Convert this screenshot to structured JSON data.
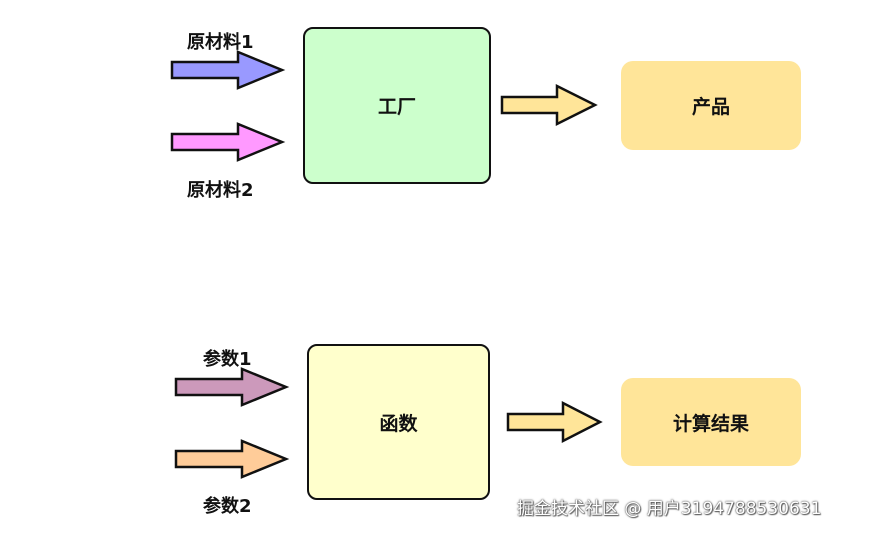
{
  "top": {
    "input1_label": "原材料1",
    "input2_label": "原材料2",
    "process_label": "工厂",
    "output_label": "产品",
    "colors": {
      "input1_arrow": "#9999ff",
      "input2_arrow": "#ff99ff",
      "output_arrow": "#ffe599",
      "process_fill": "#ccffcc",
      "output_fill": "#ffe599"
    }
  },
  "bottom": {
    "input1_label": "参数1",
    "input2_label": "参数2",
    "process_label": "函数",
    "output_label": "计算结果",
    "colors": {
      "input1_arrow": "#cc99bb",
      "input2_arrow": "#ffcc99",
      "output_arrow": "#ffe599",
      "process_fill": "#ffffcc",
      "output_fill": "#ffe599"
    }
  },
  "watermark": "掘金技术社区 @ 用户3194788530631"
}
